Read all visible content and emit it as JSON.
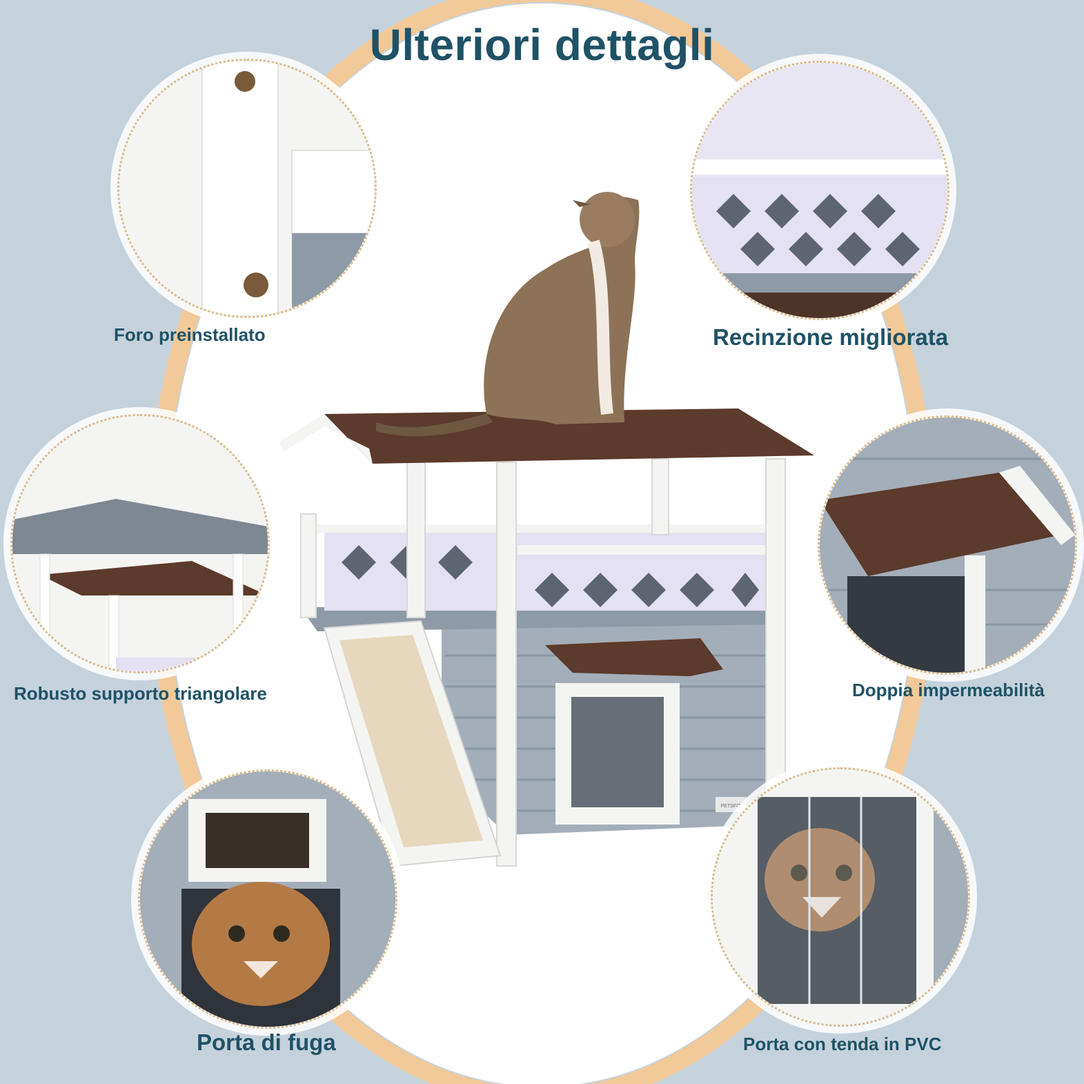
{
  "title": "Ulteriori dettagli",
  "features": [
    {
      "label": "Foro preinstallato"
    },
    {
      "label": "Recinzione migliorata"
    },
    {
      "label": "Robusto supporto triangolare"
    },
    {
      "label": "Doppia impermeabilità"
    },
    {
      "label": "Porta di fuga"
    },
    {
      "label": "Porta con tenda in PVC"
    }
  ],
  "product": {
    "brand_plate": "PETSFIT"
  },
  "colors": {
    "title": "#1f5266",
    "background": "#c5d2dc",
    "ring": "#f2c998",
    "house_grey": "#a3aeb8",
    "roof": "#5c3a2c",
    "frame_white": "#f4f4f2",
    "lattice": "#e4e1f2"
  }
}
